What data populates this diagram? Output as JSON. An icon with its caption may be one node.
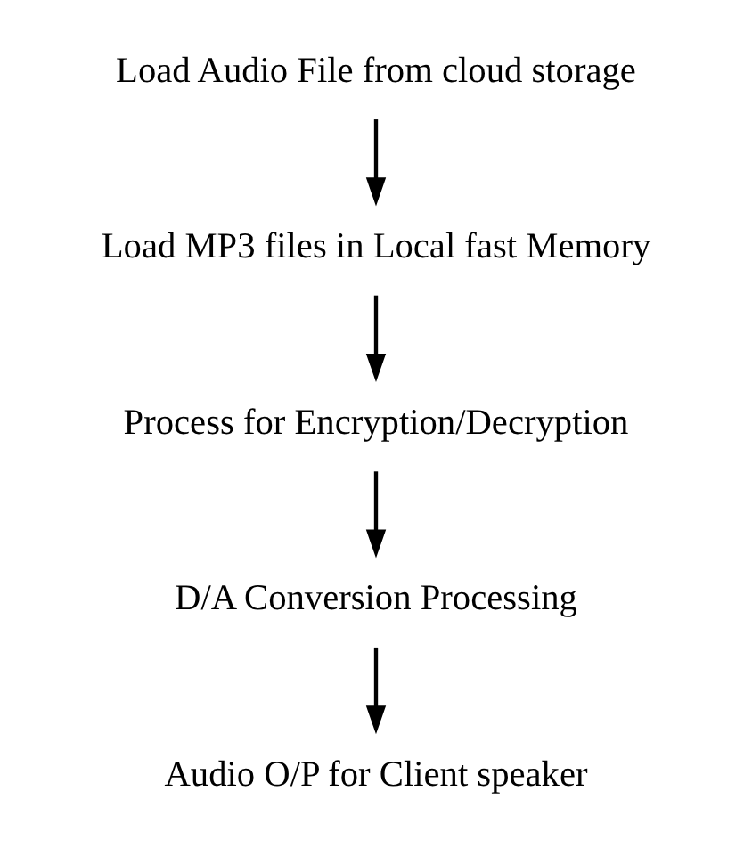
{
  "diagram": {
    "nodes": [
      {
        "text": [
          "Load Audio File from cloud storage"
        ]
      },
      {
        "text": [
          "Load MP3 files in Local fast Memory"
        ]
      },
      {
        "text": [
          "Process for Encryption/Decryption"
        ]
      },
      {
        "text": [
          "D/A Conversion Processing"
        ]
      },
      {
        "text": [
          "Audio O/P for Client speaker"
        ]
      }
    ],
    "edges": [
      {
        "from": 0,
        "to": 1,
        "arrow": "to"
      },
      {
        "from": 1,
        "to": 2,
        "arrow": "to"
      },
      {
        "from": 2,
        "to": 3,
        "arrow": "to"
      },
      {
        "from": 3,
        "to": 4,
        "arrow": "to"
      }
    ]
  }
}
